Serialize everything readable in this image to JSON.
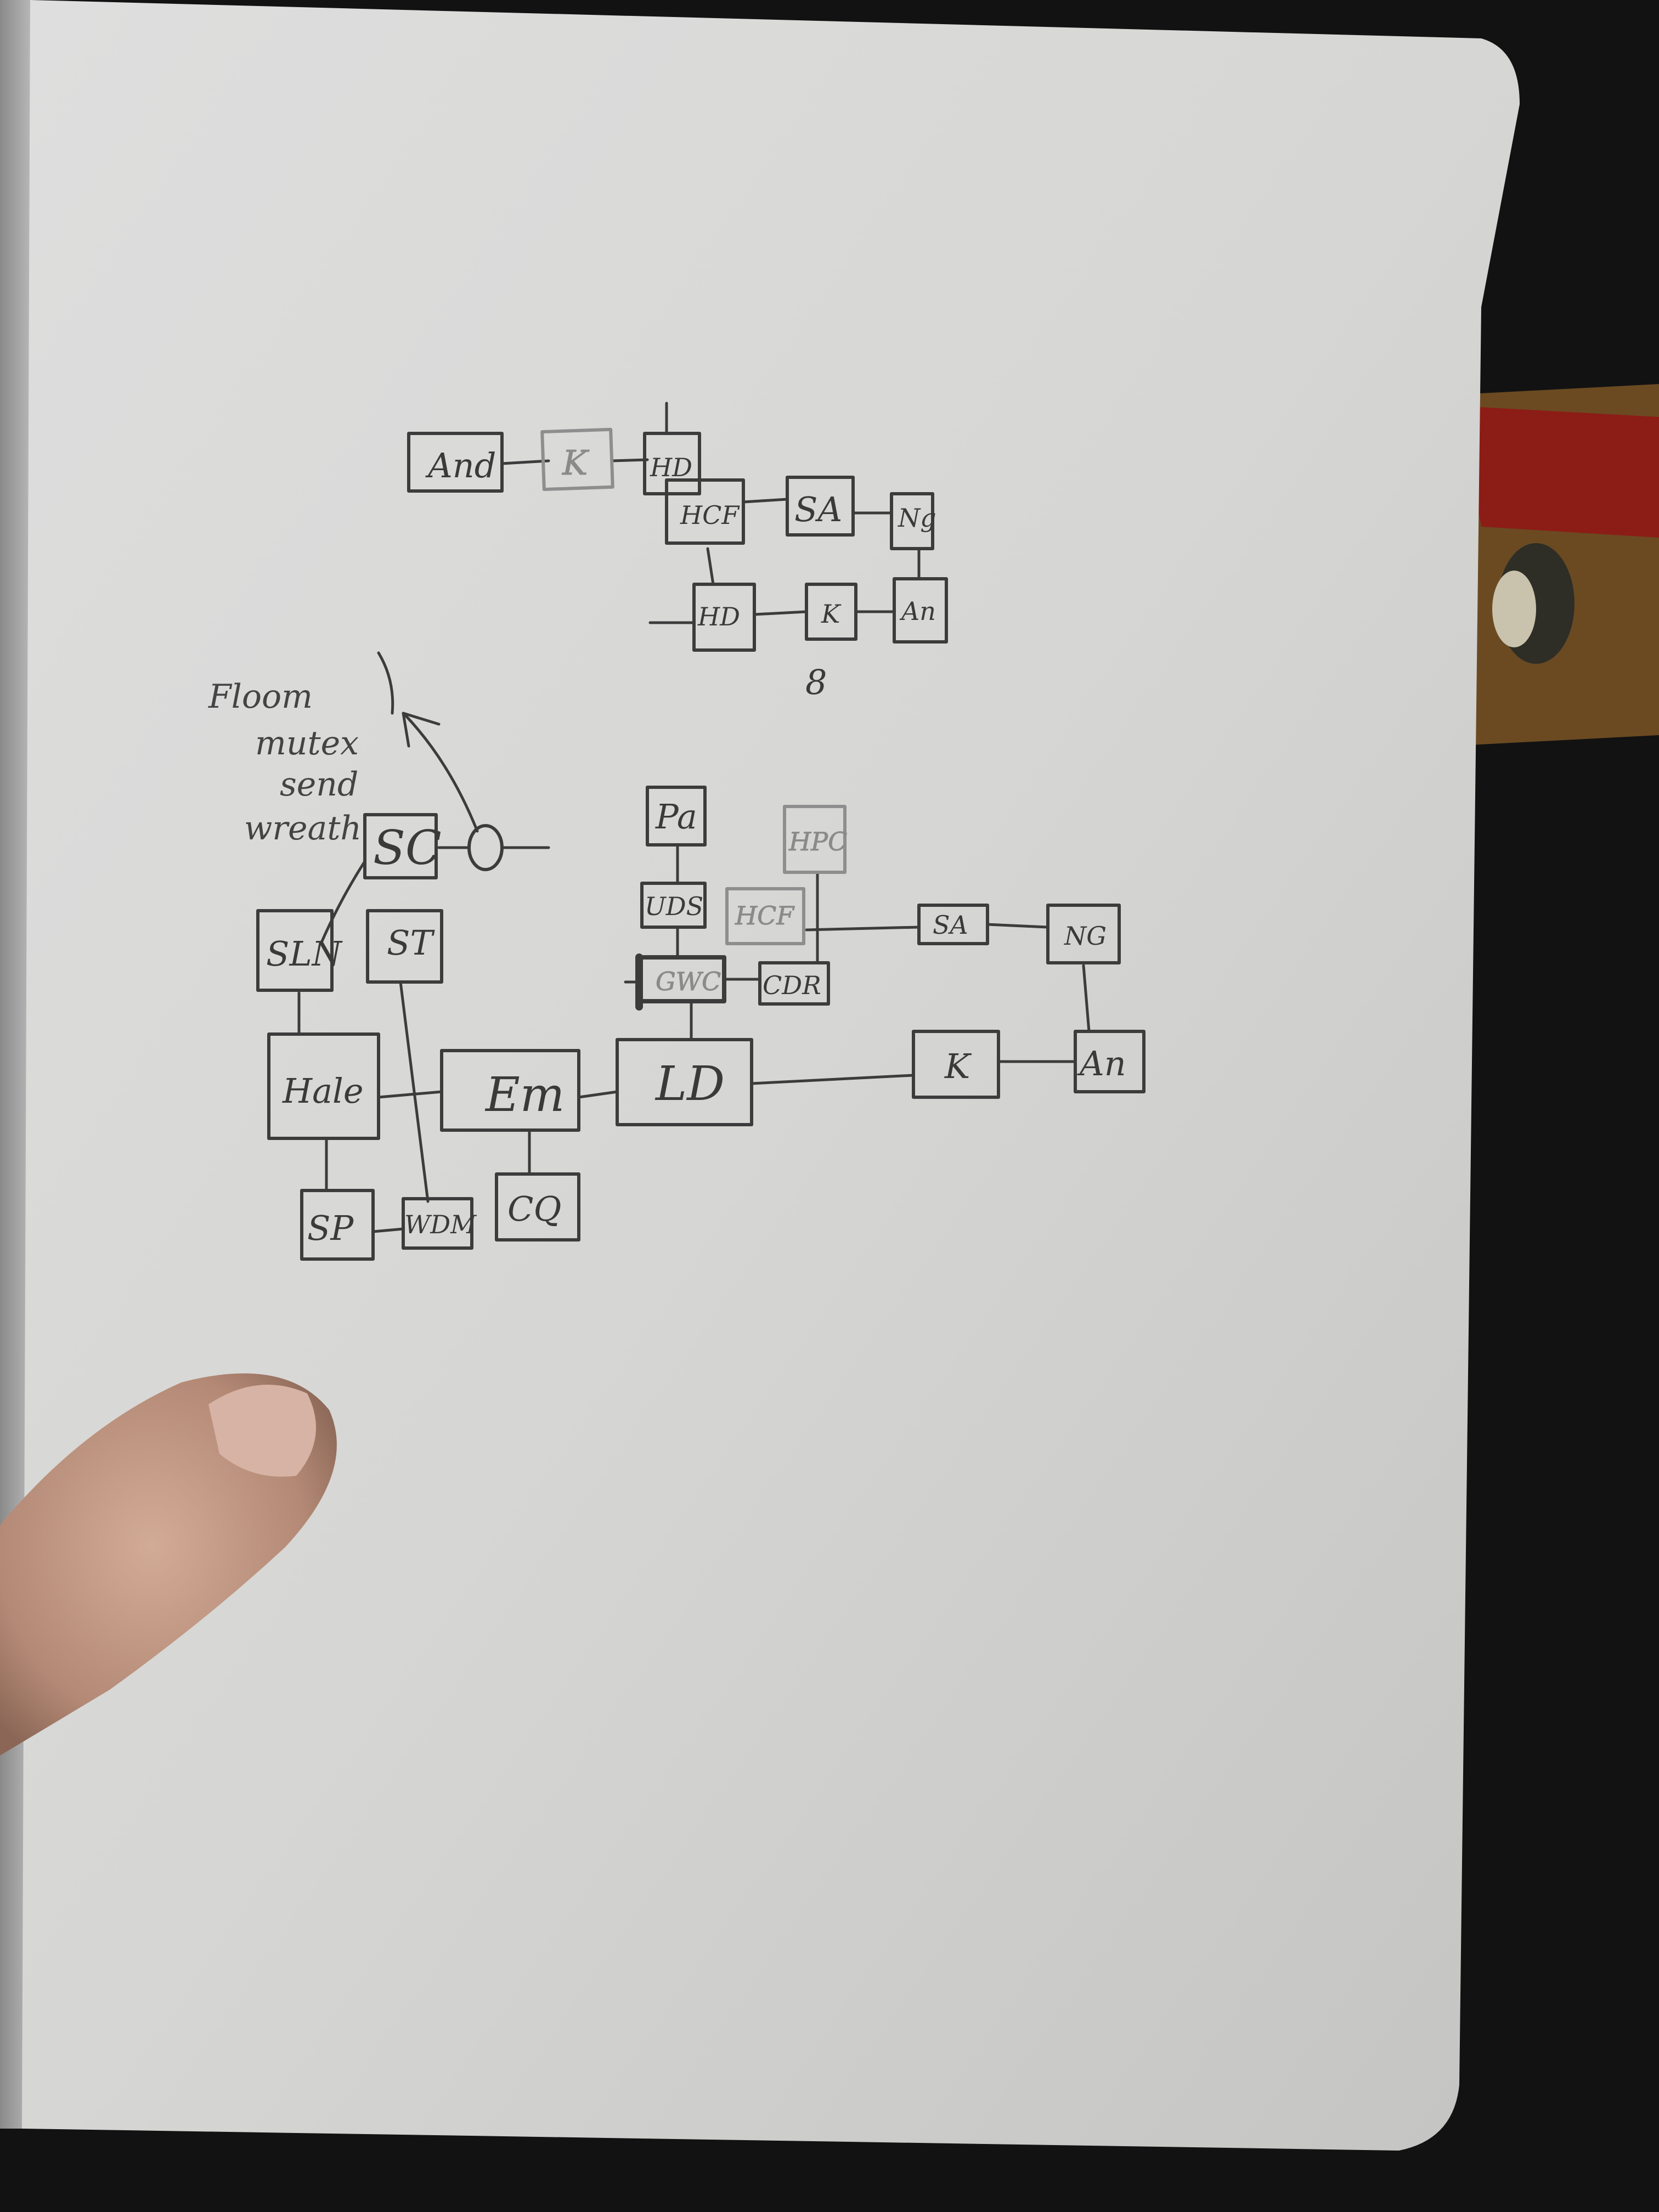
{
  "diagram": {
    "top": {
      "nodes": {
        "and": "And",
        "k1": "K",
        "hd1": "HD",
        "hcf": "HCF",
        "sa": "SA",
        "ng": "Ng",
        "hd2": "HD",
        "k2": "K",
        "an": "An"
      },
      "mark": "8"
    },
    "bottom": {
      "nodes": {
        "sc": "SC",
        "pa": "Pa",
        "hpc": "HPC",
        "uds": "UDS",
        "hcf": "HCF",
        "sa": "SA",
        "ng": "NG",
        "gwc": "GWC",
        "cdr": "CDR",
        "sln": "SLN",
        "st": "ST",
        "hale": "Hale",
        "em": "Em",
        "ld": "LD",
        "k": "K",
        "an": "An",
        "sp": "SP",
        "wdm": "WDM",
        "cq": "CQ"
      },
      "note": [
        "Floom",
        "mutex",
        "send",
        "wreath"
      ]
    }
  },
  "colors": {
    "paper": "#d9d9d6",
    "ink": "#3c3c3c",
    "background": "#121212",
    "skin": "#c29a86"
  }
}
